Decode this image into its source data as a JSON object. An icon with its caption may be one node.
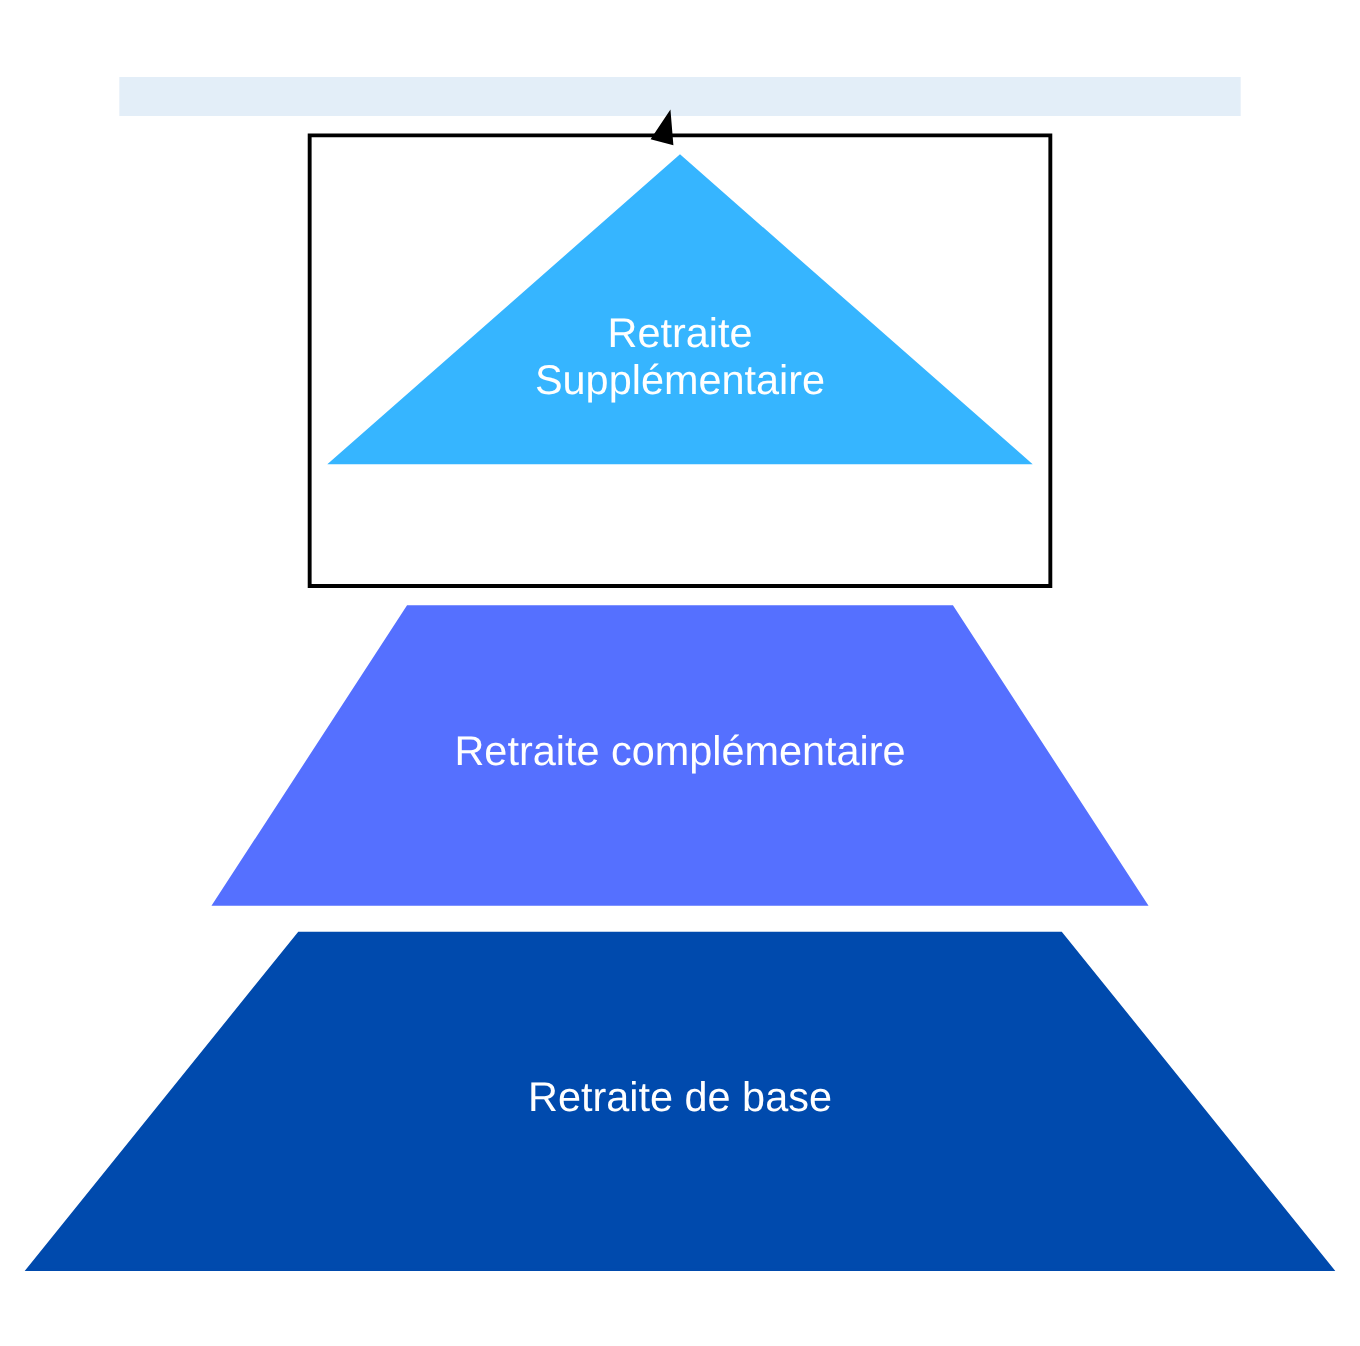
{
  "diagram": {
    "nodes": [
      {
        "text": [],
        "shape": "bar"
      },
      {
        "text": [],
        "shape": "triangle"
      },
      {
        "text": [
          "Retraite Supplémentaire"
        ],
        "in": 1
      },
      {
        "text": [
          "Retraite complémentaire"
        ]
      },
      {
        "text": [
          "Retraite de base"
        ]
      }
    ],
    "edges": [
      {
        "from": 1,
        "to": 0,
        "arrow": "to"
      }
    ]
  }
}
